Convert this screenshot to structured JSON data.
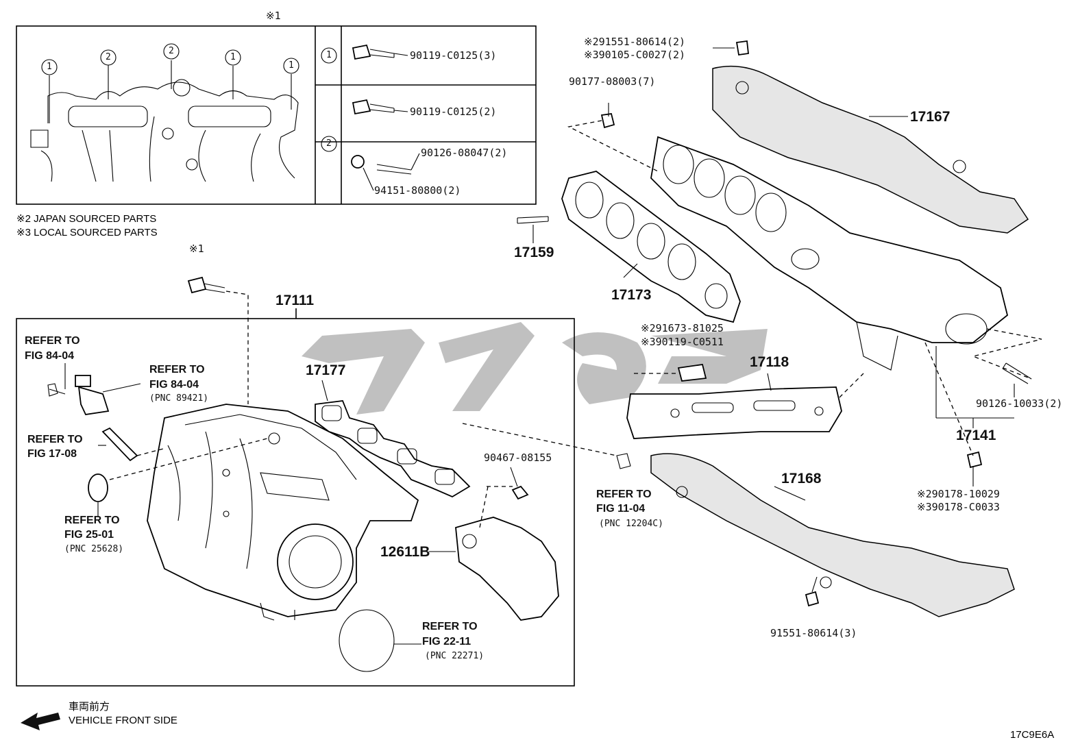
{
  "inset": {
    "top_mark": "※1",
    "circle_labels_left": [
      "1",
      "2",
      "2",
      "1",
      "1"
    ],
    "rows": [
      {
        "circle": "1",
        "part": "90119-C0125(3)"
      },
      {
        "circle": "",
        "part": "90119-C0125(2)"
      },
      {
        "circle": "2",
        "part_a": "90126-08047(2)",
        "part_b": "94151-80800(2)"
      }
    ]
  },
  "notes": {
    "japan": "※2  JAPAN SOURCED PARTS",
    "local": "※3  LOCAL SOURCED PARTS"
  },
  "left": {
    "mark": "※1",
    "part_main": "17111",
    "gasket": "17177",
    "refer_84_04_a": [
      "REFER TO",
      "FIG 84-04"
    ],
    "refer_84_04_b": [
      "REFER TO",
      "FIG 84-04",
      "(PNC 89421)"
    ],
    "refer_17_08": [
      "REFER TO",
      "FIG 17-08"
    ],
    "refer_25_01": [
      "REFER TO",
      "FIG 25-01",
      "(PNC 25628)"
    ],
    "bracket_bolt": "90467-08155",
    "bracket": "12611B",
    "refer_22_11": [
      "REFER TO",
      "FIG 22-11",
      "(PNC 22271)"
    ],
    "refer_11_04": [
      "REFER TO",
      "FIG 11-04",
      "(PNC 12204C)"
    ]
  },
  "right": {
    "bolt_top_a": "※291551-80614(2)",
    "bolt_top_b": "※390105-C0027(2)",
    "nut_7": "90177-08003(7)",
    "insulator_upper": "17167",
    "stud": "17159",
    "gasket": "17173",
    "stay_bolt_a": "※291673-81025",
    "stay_bolt_b": "※390119-C0511",
    "stay": "17118",
    "stud_2": "90126-10033(2)",
    "manifold": "17141",
    "nut_a": "※290178-10029",
    "nut_b": "※390178-C0033",
    "insulator_lower": "17168",
    "bolt_lower": "91551-80614(3)"
  },
  "footer": {
    "jp": "車両前方",
    "front": "VEHICLE FRONT SIDE",
    "code": "17C9E6A"
  }
}
